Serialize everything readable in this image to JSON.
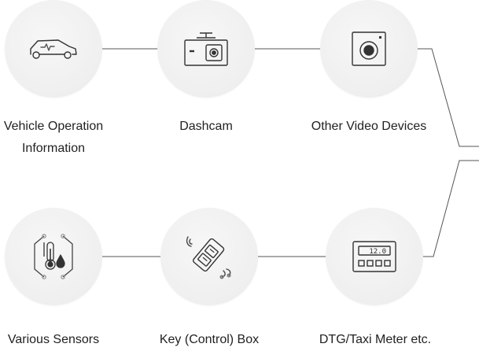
{
  "nodes": {
    "vehicle": {
      "label_line1": "Vehicle Operation",
      "label_line2": "Information",
      "icon": "car-icon"
    },
    "dashcam": {
      "label": "Dashcam",
      "icon": "dashcam-icon"
    },
    "video": {
      "label": "Other Video Devices",
      "icon": "video-device-icon"
    },
    "sensors": {
      "label": "Various Sensors",
      "icon": "sensor-icon"
    },
    "key": {
      "label": "Key (Control) Box",
      "icon": "key-box-icon"
    },
    "dtg": {
      "label": "DTG/Taxi Meter etc.",
      "icon": "taxi-meter-icon",
      "display_value": "12.0"
    }
  },
  "colors": {
    "circle": "#efefef",
    "line": "#4a4a4a",
    "icon": "#333333",
    "accent": "#9a9a9a"
  }
}
